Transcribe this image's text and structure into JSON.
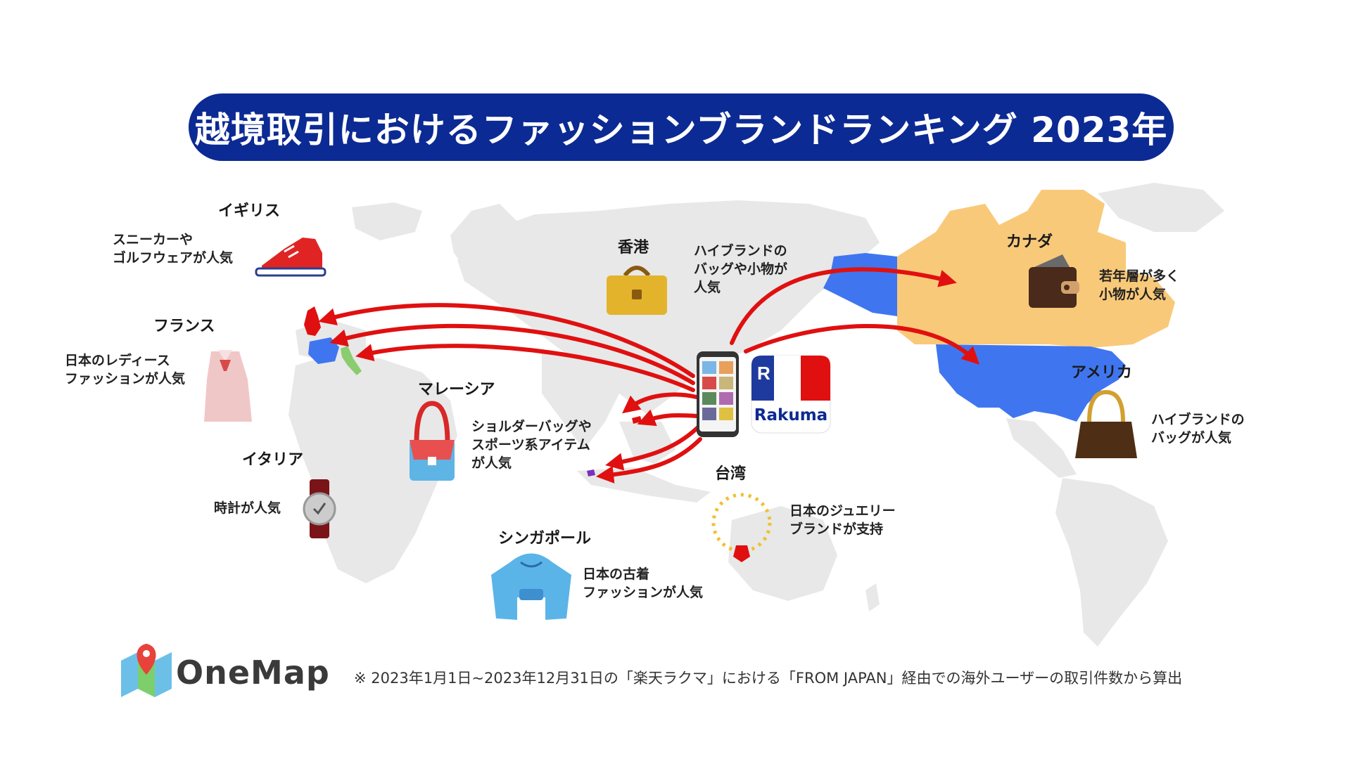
{
  "title": "越境取引におけるファッションブランドランキング 2023年",
  "colors": {
    "title_bg": "#0c2a93",
    "arrow": "#e01010",
    "land": "#e8e8e8",
    "usa": "#3f76f0",
    "canada": "#f9c97a",
    "alaska": "#3f76f0"
  },
  "regions": [
    {
      "country": "イギリス",
      "desc": [
        "スニーカーや",
        "ゴルフウェアが人気"
      ],
      "icon": "sneaker-icon"
    },
    {
      "country": "フランス",
      "desc": [
        "日本のレディース",
        "ファッションが人気"
      ],
      "icon": "dress-icon"
    },
    {
      "country": "イタリア",
      "desc": [
        "時計が人気"
      ],
      "icon": "watch-icon"
    },
    {
      "country": "香港",
      "desc": [
        "ハイブランドの",
        "バッグや小物が",
        "人気"
      ],
      "icon": "handbag-icon"
    },
    {
      "country": "マレーシア",
      "desc": [
        "ショルダーバッグや",
        "スポーツ系アイテム",
        "が人気"
      ],
      "icon": "shoulder-bag-icon"
    },
    {
      "country": "台湾",
      "desc": [
        "日本のジュエリー",
        "ブランドが支持"
      ],
      "icon": "necklace-icon"
    },
    {
      "country": "シンガポール",
      "desc": [
        "日本の古着",
        "ファッションが人気"
      ],
      "icon": "hoodie-icon"
    },
    {
      "country": "カナダ",
      "desc": [
        "若年層が多く",
        "小物が人気"
      ],
      "icon": "wallet-icon"
    },
    {
      "country": "アメリカ",
      "desc": [
        "ハイブランドの",
        "バッグが人気"
      ],
      "icon": "tote-bag-icon"
    }
  ],
  "app": {
    "name": "Rakuma",
    "logo_letter": "R"
  },
  "logo": {
    "name": "OneMap"
  },
  "footnote": "※ 2023年1月1日~2023年12月31日の「楽天ラクマ」における「FROM JAPAN」経由での海外ユーザーの取引件数から算出"
}
